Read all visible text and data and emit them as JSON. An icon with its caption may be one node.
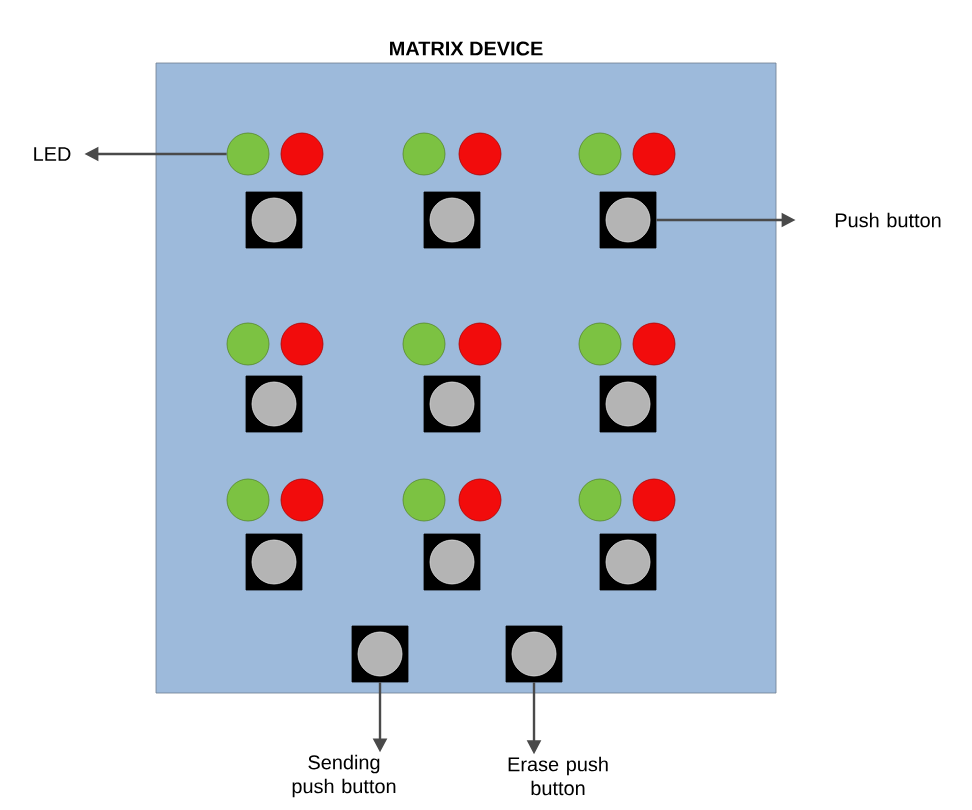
{
  "diagram": {
    "nodes": [
      {
        "text": [
          "MATRIX DEVICE"
        ]
      },
      {
        "text": [],
        "shape": "circle",
        "in": 0
      },
      {
        "text": [],
        "shape": "circle",
        "in": 0
      },
      {
        "text": [],
        "shape": "circle",
        "in": 0
      },
      {
        "text": [],
        "shape": "circle",
        "in": 0
      },
      {
        "text": [],
        "shape": "circle",
        "in": 0
      },
      {
        "text": [],
        "shape": "circle",
        "in": 0
      },
      {
        "text": [],
        "shape": "box",
        "in": 0
      },
      {
        "text": [],
        "shape": "box",
        "in": 0
      },
      {
        "text": [],
        "shape": "box",
        "in": 0
      },
      {
        "text": [],
        "shape": "circle",
        "in": 0
      },
      {
        "text": [],
        "shape": "circle",
        "in": 0
      },
      {
        "text": [],
        "shape": "circle",
        "in": 0
      },
      {
        "text": [],
        "shape": "circle",
        "in": 0
      },
      {
        "text": [],
        "shape": "circle",
        "in": 0
      },
      {
        "text": [],
        "shape": "circle",
        "in": 0
      },
      {
        "text": [],
        "shape": "box",
        "in": 0
      },
      {
        "text": [],
        "shape": "box",
        "in": 0
      },
      {
        "text": [],
        "shape": "box",
        "in": 0
      },
      {
        "text": [],
        "shape": "circle",
        "in": 0
      },
      {
        "text": [],
        "shape": "circle",
        "in": 0
      },
      {
        "text": [],
        "shape": "circle",
        "in": 0
      },
      {
        "text": [],
        "shape": "circle",
        "in": 0
      },
      {
        "text": [],
        "shape": "circle",
        "in": 0
      },
      {
        "text": [],
        "shape": "circle",
        "in": 0
      },
      {
        "text": [],
        "shape": "box",
        "in": 0
      },
      {
        "text": [],
        "shape": "box",
        "in": 0
      },
      {
        "text": [],
        "shape": "box",
        "in": 0
      },
      {
        "text": [],
        "shape": "box",
        "in": 0
      },
      {
        "text": [],
        "shape": "box",
        "in": 0
      },
      {
        "text": [
          "LED"
        ]
      },
      {
        "text": [
          "Push button"
        ]
      },
      {
        "text": [
          "Sending push button"
        ]
      },
      {
        "text": [
          "Erase push button"
        ]
      }
    ],
    "edges": [
      {
        "from": 1,
        "to": 30,
        "arrow": "to"
      },
      {
        "from": 9,
        "to": 31,
        "arrow": "to"
      },
      {
        "from": 28,
        "to": 32,
        "arrow": "to"
      },
      {
        "from": 29,
        "to": 33,
        "arrow": "to"
      }
    ]
  }
}
